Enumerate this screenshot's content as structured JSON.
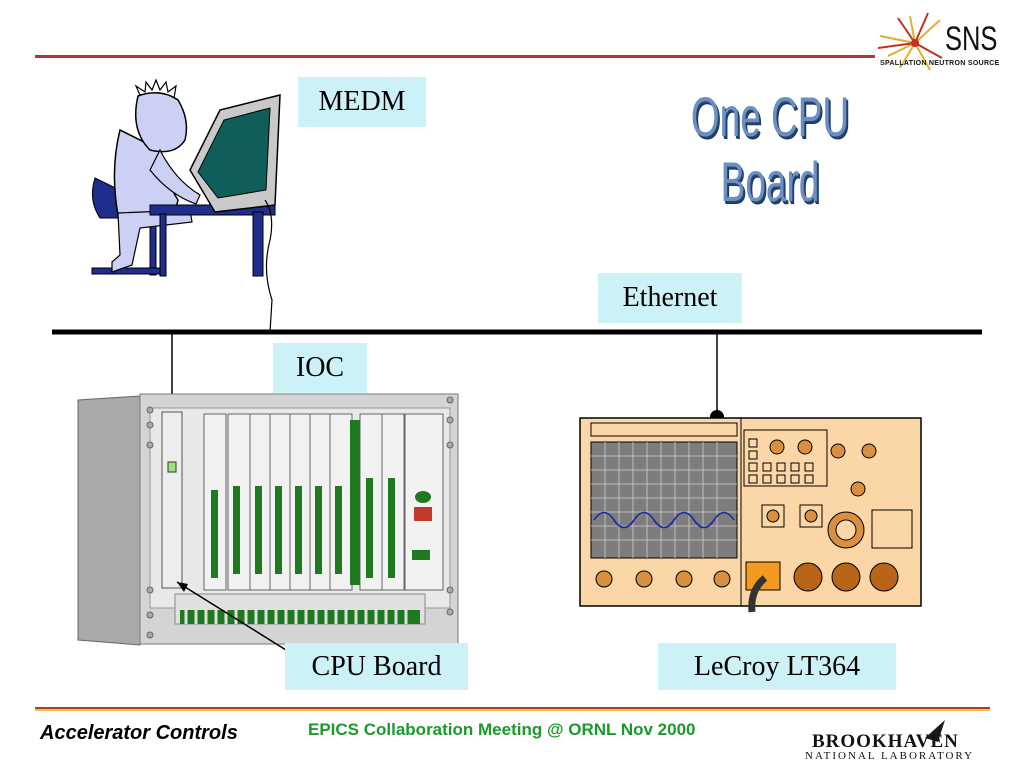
{
  "slide": {
    "title": "One CPU Board"
  },
  "labels": {
    "medm": "MEDM",
    "ethernet": "Ethernet",
    "ioc": "IOC",
    "cpu_board": "CPU Board",
    "lecroy": "LeCroy LT364"
  },
  "footer": {
    "left": "Accelerator Controls",
    "center": "EPICS Collaboration Meeting @ ORNL Nov 2000"
  },
  "logos": {
    "sns_name": "SNS",
    "sns_sub": "SPALLATION NEUTRON SOURCE",
    "bnl_name": "BROOKHAVEN",
    "bnl_sub": "NATIONAL LABORATORY"
  },
  "colors": {
    "label_bg": "#ccf2f7",
    "title": "#6a8fc0",
    "footer_center": "#1a9a2a",
    "rule_red": "#b03a2e",
    "rule_gold": "#f0c24a",
    "rack_green": "#1f7a1f",
    "scope_orange": "#fbd7a8"
  },
  "icons": [
    "operator-at-computer-icon",
    "vme-crate-icon",
    "oscilloscope-icon",
    "sns-starburst-logo",
    "brookhaven-logo"
  ]
}
